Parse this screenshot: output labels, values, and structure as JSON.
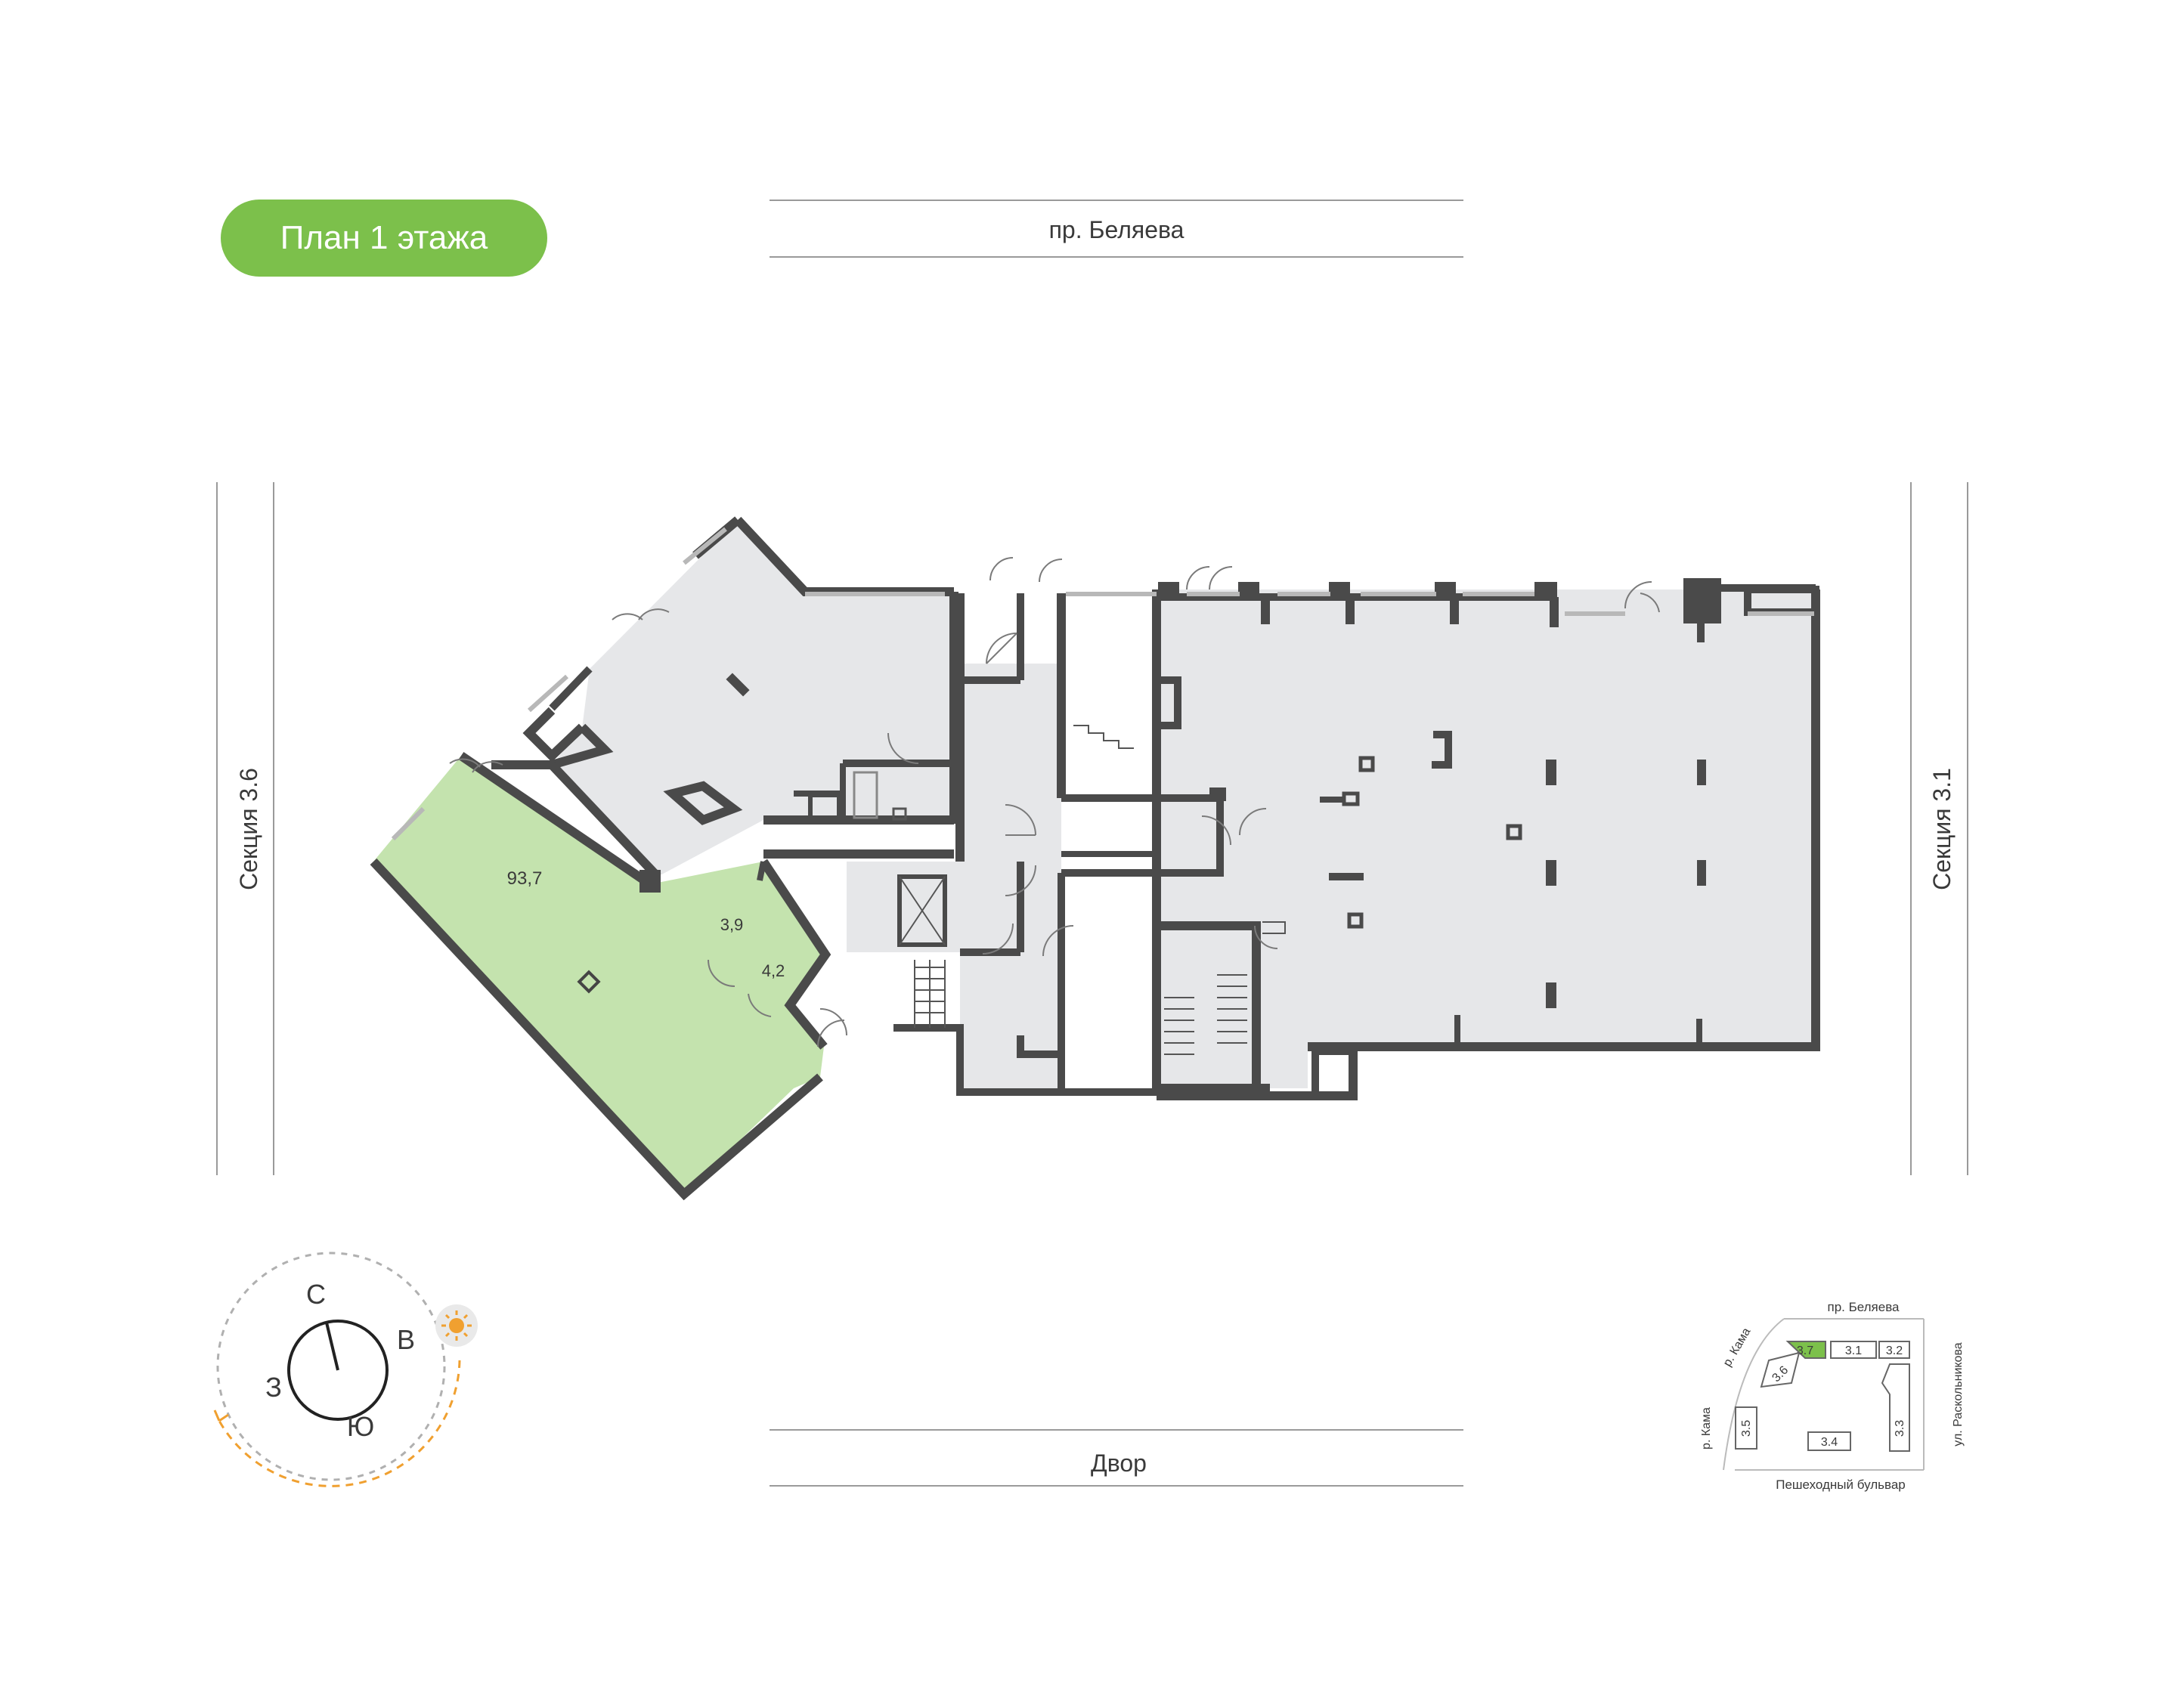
{
  "header": {
    "title": "План 1 этажа",
    "accent_color": "#7cc04b"
  },
  "streets": {
    "top": "пр. Беляева",
    "bottom": "Двор",
    "left": "Секция 3.6",
    "right": "Секция 3.1"
  },
  "units": {
    "main_area": "93,7",
    "bath_1": "3,9",
    "bath_2": "4,2"
  },
  "compass": {
    "north": "С",
    "east": "В",
    "south": "Ю",
    "west": "З",
    "sun_icon": "sun-icon",
    "sun_color": "#f0a030"
  },
  "minimap": {
    "top_street": "пр. Беляева",
    "bottom_street": "Пешеходный бульвар",
    "right_street": "ул. Раскольникова",
    "river_1": "р. Кама",
    "river_2": "р. Кама",
    "sections": [
      "3.7",
      "3.1",
      "3.2",
      "3.6",
      "3.5",
      "3.4",
      "3.3"
    ],
    "active_section": "3.7"
  }
}
